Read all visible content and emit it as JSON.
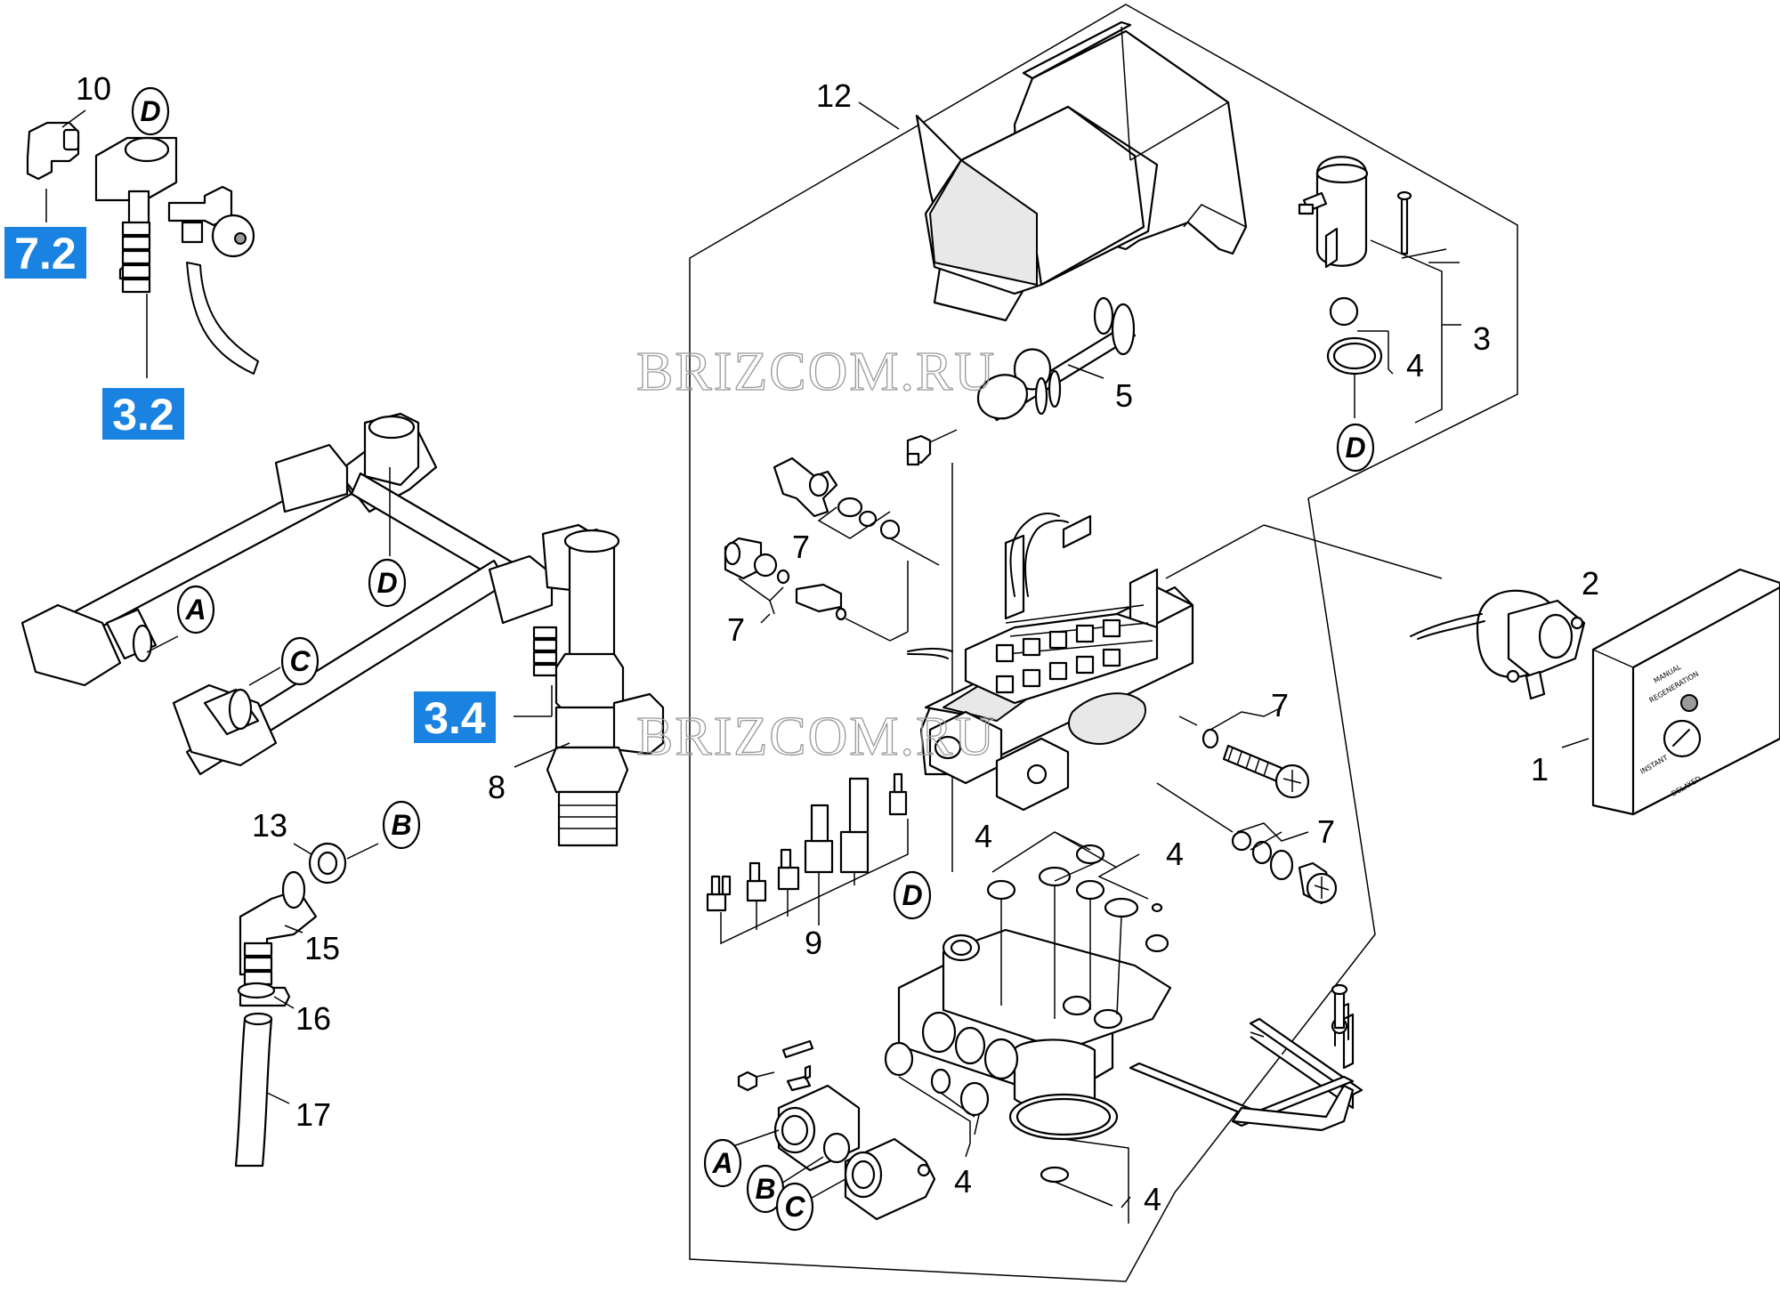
{
  "watermark": "BRIZCOM.RU",
  "part_numbers": [
    "1",
    "2",
    "3",
    "4",
    "5",
    "7",
    "8",
    "9",
    "10",
    "12",
    "13",
    "15",
    "16",
    "17"
  ],
  "connection_letters": [
    "A",
    "B",
    "C",
    "D"
  ],
  "reference_boxes": [
    {
      "label": "7.2",
      "color": "#1a82e0"
    },
    {
      "label": "3.2",
      "color": "#1a82e0"
    },
    {
      "label": "3.4",
      "color": "#1a82e0"
    }
  ],
  "panel_text": {
    "line1": "MANUAL",
    "line2": "REGENERATION",
    "line3": "INSTANT",
    "line4": "DELAYED"
  },
  "colors": {
    "ref_box": "#1a82e0",
    "line": "#000000",
    "watermark": "#999999"
  }
}
